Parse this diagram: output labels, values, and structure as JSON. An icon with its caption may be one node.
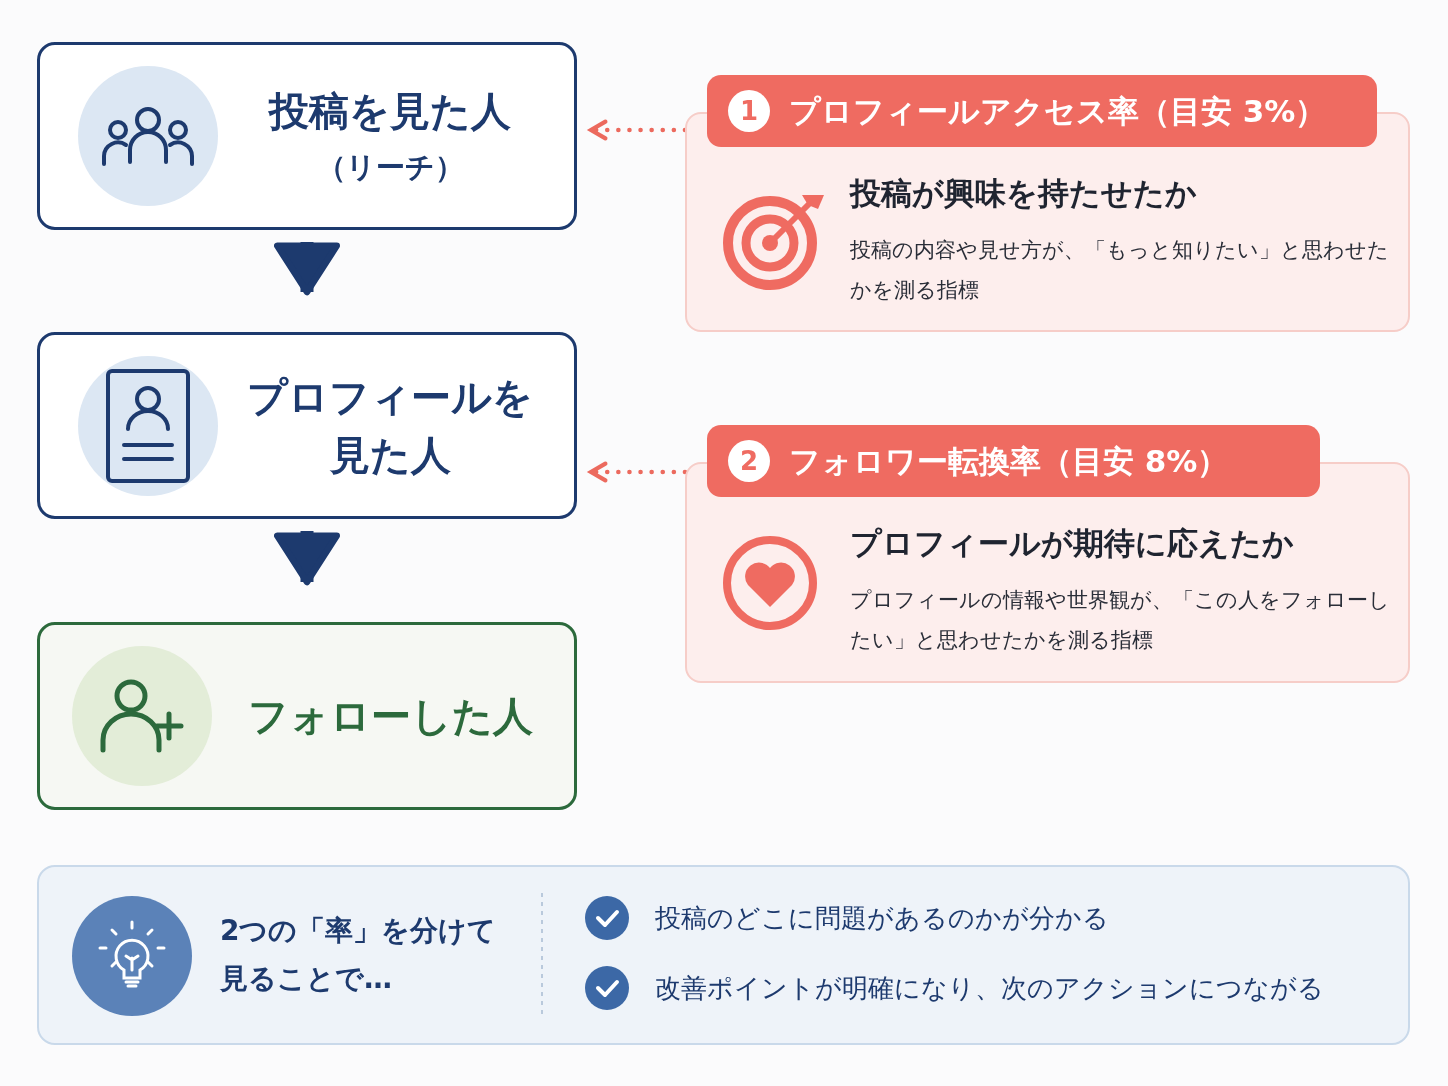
{
  "diagram": {
    "nodes": [
      {
        "text": [
          "投稿を見た人",
          "（リーチ）"
        ]
      },
      {
        "text": [
          "プロフィールを見た人"
        ]
      },
      {
        "text": [
          "フォローした人"
        ]
      },
      {
        "text": [
          "1",
          "プロフィールアクセス率（目安 3%）",
          "投稿が興味を持たせたか",
          "投稿の内容や見せ方が、「もっと知りたい」と思わせたかを測る指標"
        ]
      },
      {
        "text": [
          "2",
          "フォロワー転換率（目安 8%）",
          "プロフィールが期待に応えたか",
          "プロフィールの情報や世界観が、「この人をフォローしたい」と思わせたかを測る指標"
        ]
      },
      {
        "text": [
          "2つの「率」を分けて見ることで…",
          "投稿のどこに問題があるのかが分かる",
          "改善ポイントが明確になり、次のアクションにつながる"
        ]
      }
    ],
    "edges": [
      {
        "from": 0,
        "to": 1,
        "arrow": "to",
        "style": "thick"
      },
      {
        "from": 1,
        "to": 2,
        "arrow": "to",
        "style": "thick"
      },
      {
        "from": 3,
        "to": 0,
        "arrow": "to",
        "style": "dashed",
        "color": "#ec6a5e"
      },
      {
        "from": 4,
        "to": 1,
        "arrow": "to",
        "style": "dashed",
        "color": "#ec6a5e"
      }
    ]
  }
}
